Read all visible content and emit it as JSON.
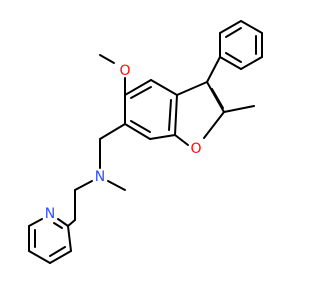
{
  "molecule": {
    "colors": {
      "bond": "#000000",
      "oxygen": "#ff0d0d",
      "nitrogen": "#3050f8",
      "background": "#ffffff"
    },
    "atom_labels": {
      "methoxy_oxygen": "O",
      "furan_oxygen": "O",
      "amine_nitrogen": "N",
      "pyridine_nitrogen": "N"
    }
  }
}
